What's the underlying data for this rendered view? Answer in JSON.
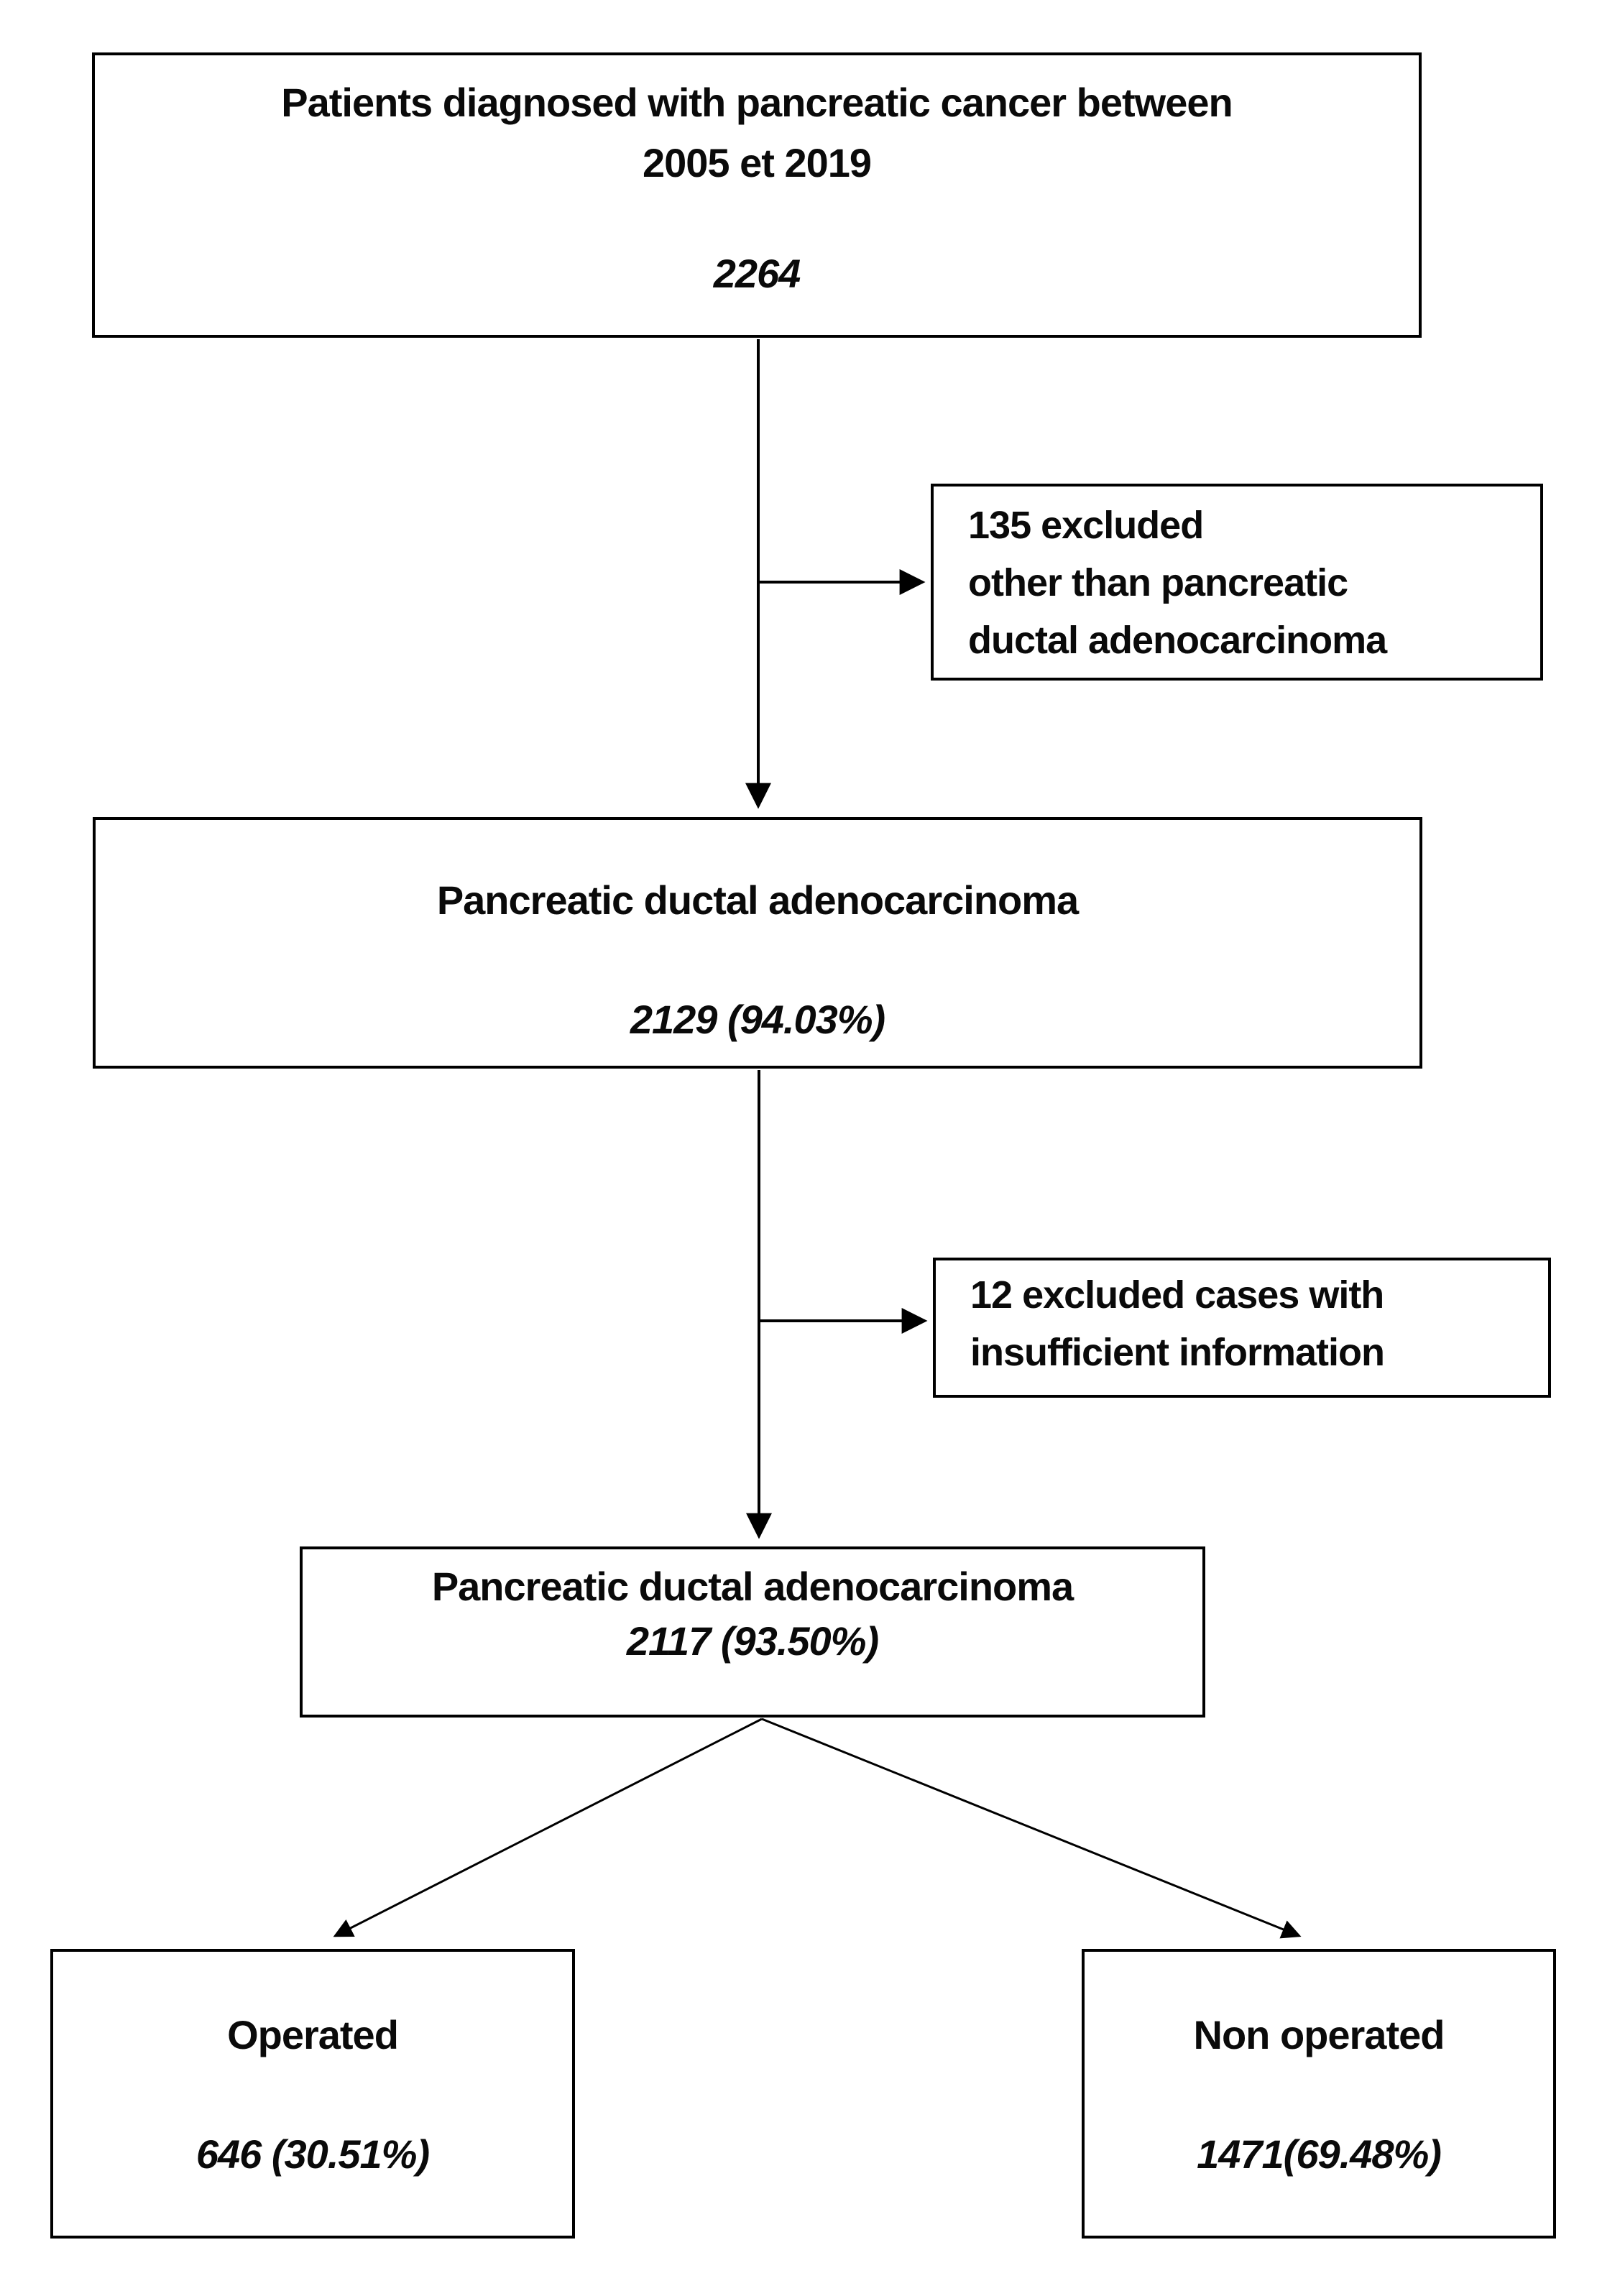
{
  "diagram": {
    "type": "flowchart",
    "background": "#ffffff",
    "line_color": "#000000",
    "text_color": "#0a0a0a",
    "nodes": {
      "start": {
        "line1": "Patients diagnosed with pancreatic cancer between",
        "line2": "2005 et 2019",
        "value": "2264"
      },
      "excluded1": {
        "line1": "135 excluded",
        "line2": "other than pancreatic",
        "line3": "ductal adenocarcinoma"
      },
      "pdac_after_histology": {
        "title": "Pancreatic ductal adenocarcinoma",
        "value": "2129 (94.03%)"
      },
      "excluded2": {
        "line1": "12 excluded cases with",
        "line2": "insufficient information"
      },
      "pdac_final": {
        "title": "Pancreatic ductal adenocarcinoma",
        "value": "2117 (93.50%)"
      },
      "operated": {
        "title": "Operated",
        "value": "646 (30.51%)"
      },
      "non_operated": {
        "title": "Non operated",
        "value": "1471(69.48%)"
      }
    }
  }
}
